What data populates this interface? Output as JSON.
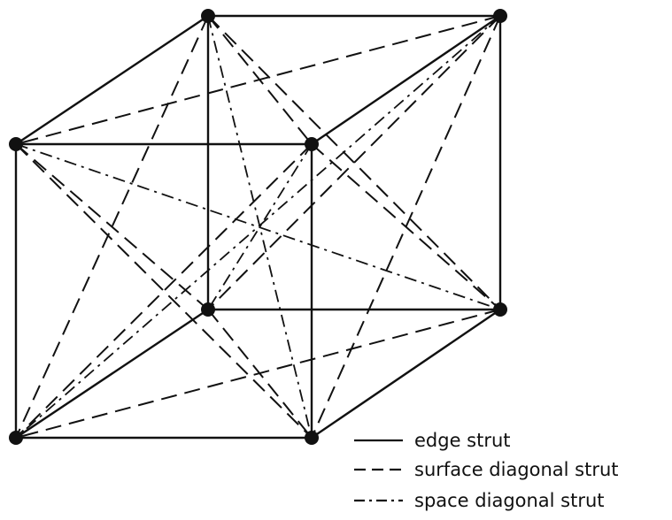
{
  "diagram": {
    "legend": {
      "edge_label": "edge strut",
      "surface_label": "surface diagonal strut",
      "space_label": "space diagonal strut"
    },
    "colors": {
      "ink": "#111111",
      "background": "#ffffff"
    }
  }
}
